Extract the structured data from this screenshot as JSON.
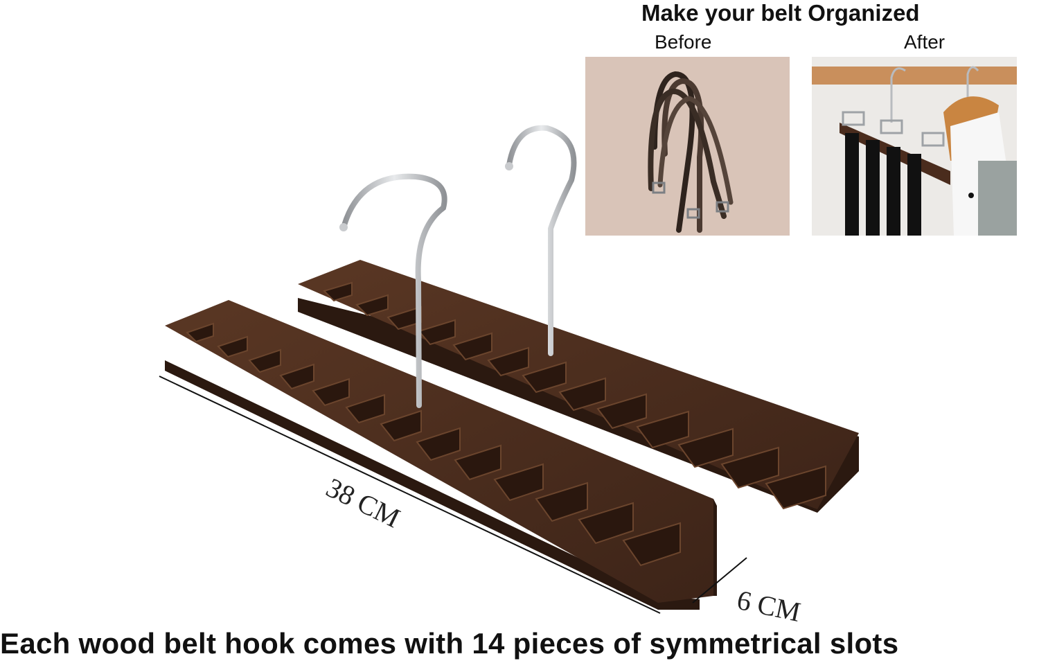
{
  "header": {
    "headline": "Make your belt Organized",
    "before_label": "Before",
    "after_label": "After"
  },
  "dimensions": {
    "length": "38 CM",
    "width": "6 CM"
  },
  "caption": "Each wood belt hook comes with 14 pieces of symmetrical slots",
  "colors": {
    "wood_top": "#4a2c1d",
    "wood_side": "#2e1b12",
    "wood_slot": "#3a2216",
    "hook": "#b9bcc0",
    "background": "#ffffff"
  }
}
